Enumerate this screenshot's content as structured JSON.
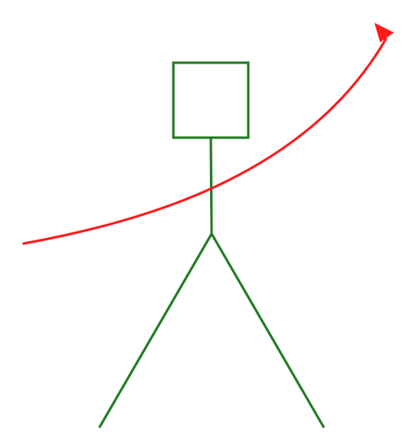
{
  "diagram": {
    "figure": {
      "color": "#217a21",
      "parts": [
        "head-box",
        "neck",
        "left-leg",
        "right-leg"
      ]
    },
    "arrow": {
      "color": "#ff1a1a",
      "direction": "up-right"
    }
  }
}
